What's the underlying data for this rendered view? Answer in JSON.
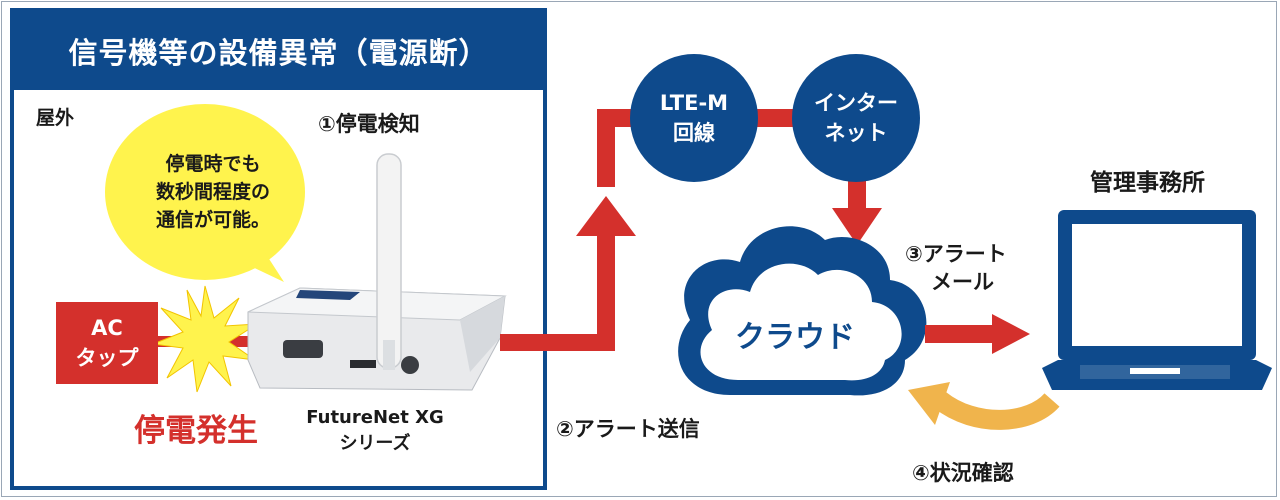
{
  "site_box": {
    "title": "信号機等の設備異常（電源断）",
    "outdoor_label": "屋外",
    "callout_lines": [
      "停電時でも",
      "数秒間程度の",
      "通信が可能。"
    ],
    "step1": "①停電検知",
    "ac_tap_lines": [
      "AC",
      "タップ"
    ],
    "power_outage": "停電発生",
    "device_lines": [
      "FutureNet XG",
      "シリーズ"
    ]
  },
  "network": {
    "lte_lines": [
      "LTE-M",
      "回線"
    ],
    "internet_lines": [
      "インター",
      "ネット"
    ],
    "cloud_label": "クラウド",
    "step2": "②アラート送信",
    "step3_lines": [
      "③アラート",
      "メール"
    ],
    "step4": "④状況確認",
    "office": "管理事務所"
  },
  "colors": {
    "navy": "#0e4a8c",
    "red": "#d4302c",
    "yellow": "#fff34d",
    "orange_arrow": "#f0b44c"
  },
  "icons": [
    "router-device-icon",
    "antenna-icon",
    "cloud-icon",
    "laptop-icon",
    "starburst-icon",
    "speech-bubble-icon"
  ]
}
